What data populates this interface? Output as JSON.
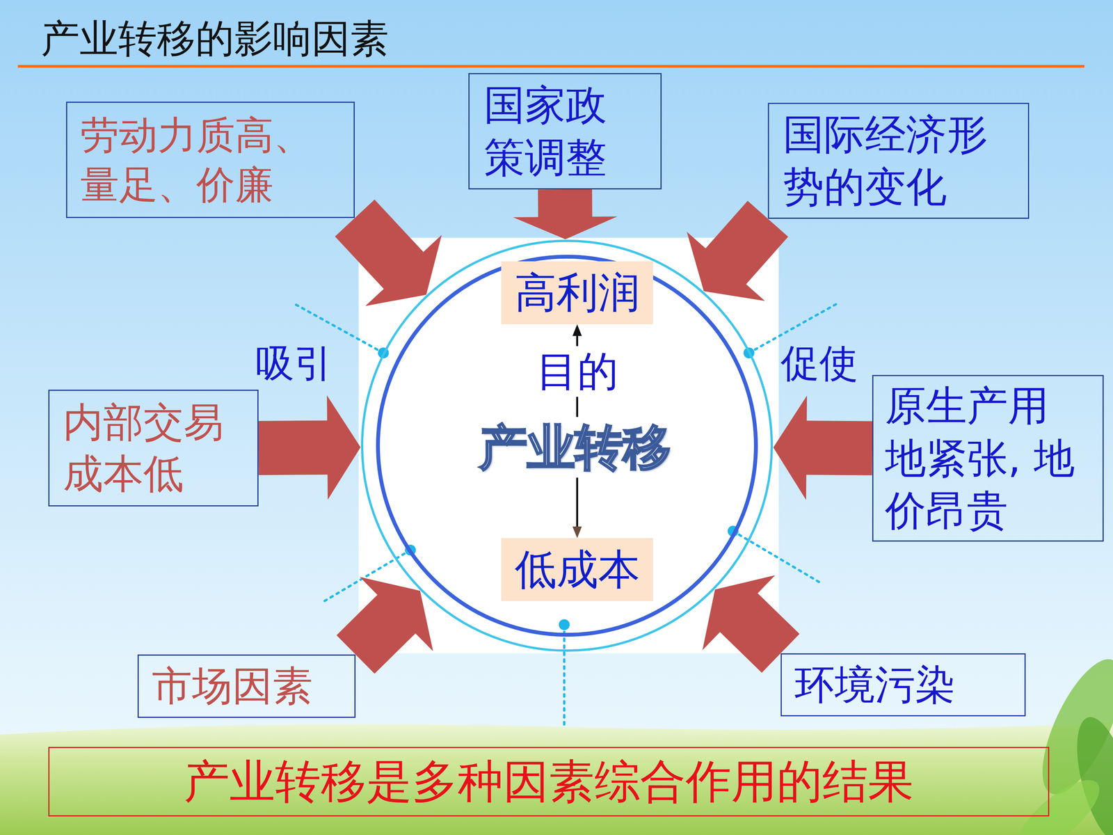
{
  "diagram": {
    "title": "产业转移的影响因素",
    "nodes": [
      {
        "text": [
          "劳动力质高、 量足、价廉"
        ]
      },
      {
        "text": [
          "国家政 策调整"
        ]
      },
      {
        "text": [
          "国际经济形 势的变化"
        ]
      },
      {
        "text": [
          "内部交易 成本低"
        ]
      },
      {
        "text": [
          "产业转移"
        ]
      },
      {
        "text": [
          "高利润"
        ],
        "in": 4
      },
      {
        "text": [
          "低成本"
        ],
        "in": 4
      },
      {
        "text": [
          "原生产用 地紧张, 地 价昂贵"
        ]
      },
      {
        "text": [
          "市场因素"
        ]
      },
      {
        "text": [
          "环境污染"
        ]
      },
      {
        "text": [
          "产业转移是多种因素综合作用的结果"
        ]
      }
    ],
    "edges": [
      {
        "from": 0,
        "to": 4,
        "arrow": "to"
      },
      {
        "from": 1,
        "to": 4,
        "arrow": "to"
      },
      {
        "from": 2,
        "to": 4,
        "arrow": "to"
      },
      {
        "from": 3,
        "to": 4,
        "arrow": "to"
      },
      {
        "from": 7,
        "to": 4,
        "arrow": "to"
      },
      {
        "from": 8,
        "to": 4,
        "arrow": "to"
      },
      {
        "from": 9,
        "to": 4,
        "arrow": "to"
      },
      {
        "from": 6,
        "to": 5,
        "arrow": "both",
        "label": "目的"
      }
    ],
    "labels": [
      "吸引",
      "促使"
    ]
  }
}
